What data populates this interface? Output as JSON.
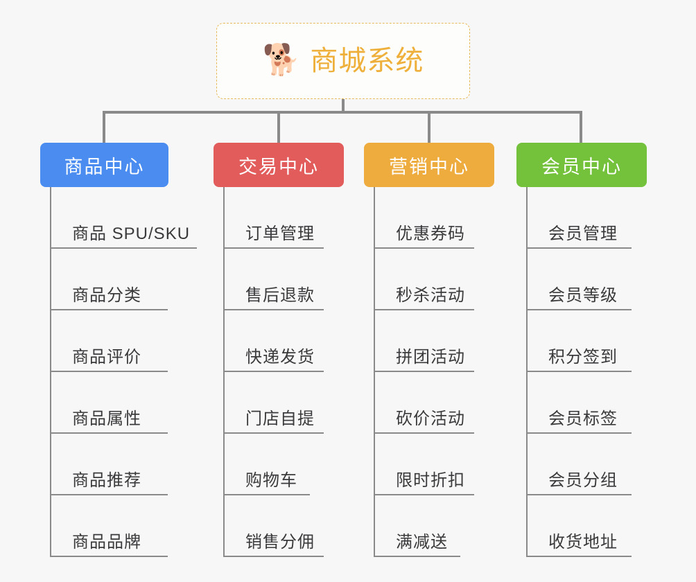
{
  "root": {
    "icon": "shiba-dog-face-emoji",
    "emoji": "🐕",
    "title": "商城系统",
    "accent_color": "#eeb03a",
    "border_style": "dashed"
  },
  "branches": [
    {
      "id": "product-center",
      "label": "商品中心",
      "color": "#4a8cf0",
      "items": [
        {
          "label": "商品 SPU/SKU"
        },
        {
          "label": "商品分类"
        },
        {
          "label": "商品评价"
        },
        {
          "label": "商品属性"
        },
        {
          "label": "商品推荐"
        },
        {
          "label": "商品品牌"
        }
      ]
    },
    {
      "id": "trade-center",
      "label": "交易中心",
      "color": "#e25c5c",
      "items": [
        {
          "label": "订单管理"
        },
        {
          "label": "售后退款"
        },
        {
          "label": "快递发货"
        },
        {
          "label": "门店自提"
        },
        {
          "label": "购物车"
        },
        {
          "label": "销售分佣"
        }
      ]
    },
    {
      "id": "marketing-center",
      "label": "营销中心",
      "color": "#eeab3e",
      "items": [
        {
          "label": "优惠券码"
        },
        {
          "label": "秒杀活动"
        },
        {
          "label": "拼团活动"
        },
        {
          "label": "砍价活动"
        },
        {
          "label": "限时折扣"
        },
        {
          "label": "满减送"
        }
      ]
    },
    {
      "id": "member-center",
      "label": "会员中心",
      "color": "#74c13c",
      "items": [
        {
          "label": "会员管理"
        },
        {
          "label": "会员等级"
        },
        {
          "label": "积分签到"
        },
        {
          "label": "会员标签"
        },
        {
          "label": "会员分组"
        },
        {
          "label": "收货地址"
        }
      ]
    }
  ],
  "palette": {
    "background": "#f7f7f7",
    "connector": "#8a8a8a",
    "leaf_text": "#3a3a3c",
    "card_text": "#ffffff"
  }
}
